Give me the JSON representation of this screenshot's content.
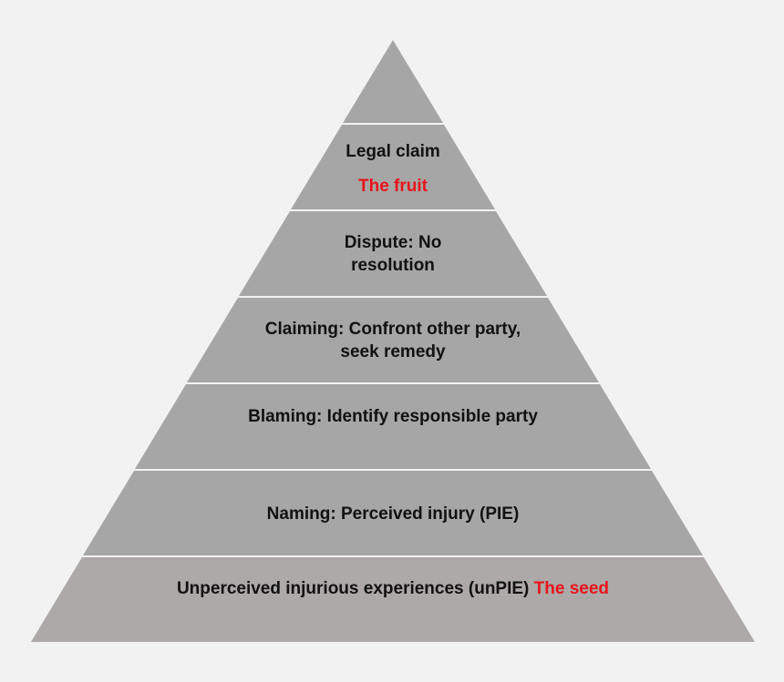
{
  "colors": {
    "background": "#f2f2f2",
    "tier_fill": "#a6a6a6",
    "base_fill": "#ada9a9",
    "tier_separator": "#ffffff",
    "text": "#111111",
    "accent_text": "#e8141b"
  },
  "pyramid": {
    "tiers": [
      {
        "label": "",
        "accent": ""
      },
      {
        "label": "Legal claim",
        "accent": "The fruit"
      },
      {
        "label": "Dispute: No resolution",
        "accent": ""
      },
      {
        "label": "Claiming: Confront other party, seek remedy",
        "accent": ""
      },
      {
        "label": "Blaming: Identify responsible party",
        "accent": ""
      },
      {
        "label": "Naming: Perceived injury (PIE)",
        "accent": ""
      },
      {
        "label": "Unperceived injurious experiences (unPIE)",
        "accent": "The seed"
      }
    ]
  }
}
